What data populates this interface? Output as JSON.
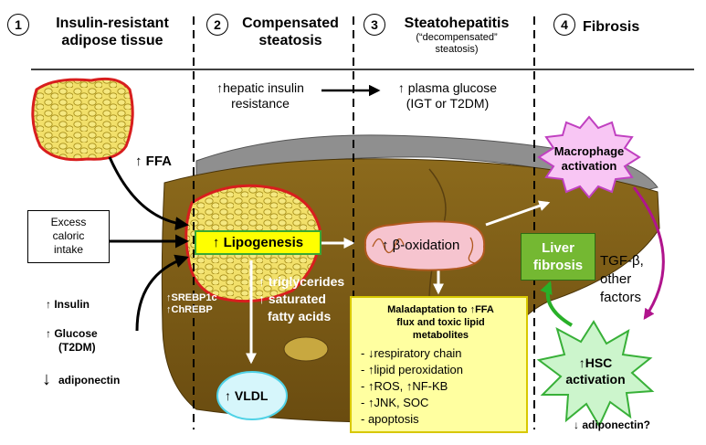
{
  "stages": [
    {
      "num": "1",
      "line1": "Insulin-resistant",
      "line2": "adipose tissue"
    },
    {
      "num": "2",
      "line1": "Compensated",
      "line2": "steatosis"
    },
    {
      "num": "3",
      "line1": "Steatohepatitis",
      "sub1": "(“decompensated”",
      "sub2": "steatosis)"
    },
    {
      "num": "4",
      "line1": "Fibrosis"
    }
  ],
  "top_flow": {
    "hepatic_1": "↑hepatic insulin",
    "hepatic_2": "resistance",
    "plasma_1": "↑ plasma glucose",
    "plasma_2": "(IGT or T2DM)"
  },
  "left": {
    "ffa": "↑ FFA",
    "excess_1": "Excess",
    "excess_2": "caloric",
    "excess_3": "intake",
    "insulin": "↑ Insulin",
    "glucose_1": "↑ Glucose",
    "glucose_2": "(T2DM)",
    "adiponectin_arrow": "↓",
    "adiponectin": "adiponectin"
  },
  "liver": {
    "lipogenesis": "↑ Lipogenesis",
    "srebp": "↑SREBP1c",
    "chrebp": "↑ChREBP",
    "tg_1": "↑ triglycerides",
    "tg_2": "↑ saturated",
    "tg_3": "fatty acids",
    "vldl": "↑ VLDL",
    "beta": "↑ β-oxidation"
  },
  "maladaptation": {
    "title_1": "Maladaptation to ↑FFA",
    "title_2": "flux and toxic lipid",
    "title_3": "metabolites",
    "items": [
      "- ↓respiratory chain",
      "- ↑lipid peroxidation",
      "- ↑ROS, ↑NF-KB",
      "- ↑JNK, SOC",
      "- apoptosis"
    ]
  },
  "fibrosis": {
    "macrophage_1": "Macrophage",
    "macrophage_2": "activation",
    "liver_fibrosis_1": "Liver",
    "liver_fibrosis_2": "fibrosis",
    "tgf_1": "TGF-β,",
    "tgf_2": "other",
    "tgf_3": "factors",
    "hsc_1": "↑HSC",
    "hsc_2": "activation",
    "adipo_q": "↓ adiponectin?"
  },
  "colors": {
    "liver": "#7a5a14",
    "liver_top": "#909090",
    "fat": "#f2e06a",
    "fat_border": "#d81e1e",
    "lipogenesis_box": "#ffff00",
    "lipogenesis_border": "#3aa832",
    "beta_box": "#f6c4cf",
    "beta_border": "#b0581e",
    "maladapt_box": "#ffffa0",
    "maladapt_border": "#d8c800",
    "vldl_fill": "#d6f6fb",
    "vldl_border": "#4fd2e6",
    "macrophage_fill": "#f8c6f4",
    "macrophage_border": "#c040c0",
    "fibrosis_box": "#74b832",
    "hsc_fill": "#ccf5cc",
    "hsc_border": "#38b038",
    "magenta_arrow": "#b0148c",
    "green_arrow": "#28b028"
  }
}
